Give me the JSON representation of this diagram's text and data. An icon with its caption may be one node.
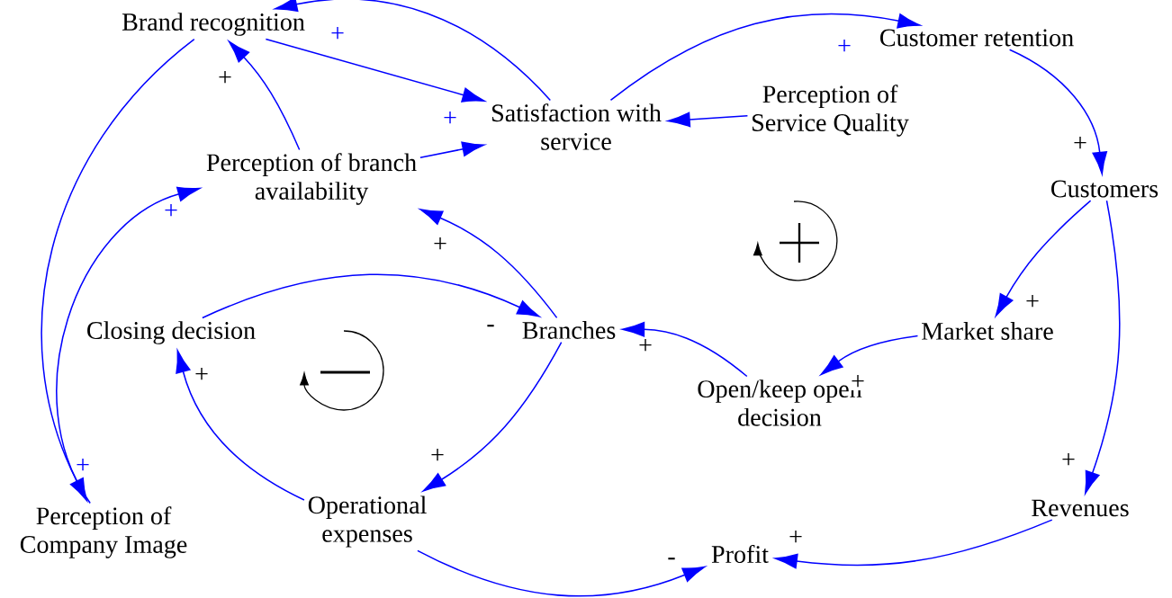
{
  "diagram": {
    "nodes": [
      {
        "text": [
          "Brand recognition"
        ]
      },
      {
        "text": [
          "Customer retention"
        ]
      },
      {
        "text": [
          "Satisfaction with service"
        ]
      },
      {
        "text": [
          "Perception of Service Quality"
        ]
      },
      {
        "text": [
          "Perception of branch availability"
        ]
      },
      {
        "text": [
          "Customers"
        ]
      },
      {
        "text": [
          "Closing decision"
        ]
      },
      {
        "text": [
          "Branches"
        ]
      },
      {
        "text": [
          "Market share"
        ]
      },
      {
        "text": [
          "Open/keep open decision"
        ]
      },
      {
        "text": [
          "Perception of Company Image"
        ]
      },
      {
        "text": [
          "Operational expenses"
        ]
      },
      {
        "text": [
          "Revenues"
        ]
      },
      {
        "text": [
          "Profit"
        ]
      }
    ],
    "edges": [
      {
        "from": 2,
        "to": 0,
        "arrow": "to",
        "label": "+"
      },
      {
        "from": 0,
        "to": 2,
        "arrow": "to",
        "label": "+"
      },
      {
        "from": 4,
        "to": 0,
        "arrow": "to",
        "label": "+"
      },
      {
        "from": 4,
        "to": 2,
        "arrow": "to"
      },
      {
        "from": 2,
        "to": 1,
        "arrow": "to",
        "label": "+"
      },
      {
        "from": 3,
        "to": 2,
        "arrow": "to"
      },
      {
        "from": 1,
        "to": 5,
        "arrow": "to",
        "label": "+"
      },
      {
        "from": 5,
        "to": 8,
        "arrow": "to",
        "label": "+"
      },
      {
        "from": 5,
        "to": 12,
        "arrow": "to",
        "label": "+"
      },
      {
        "from": 8,
        "to": 9,
        "arrow": "to",
        "label": "+"
      },
      {
        "from": 9,
        "to": 7,
        "arrow": "to",
        "label": "+"
      },
      {
        "from": 6,
        "to": 7,
        "arrow": "to",
        "label": "-"
      },
      {
        "from": 7,
        "to": 4,
        "arrow": "to",
        "label": "+"
      },
      {
        "from": 7,
        "to": 11,
        "arrow": "to",
        "label": "+"
      },
      {
        "from": 11,
        "to": 6,
        "arrow": "to",
        "label": "+"
      },
      {
        "from": 11,
        "to": 13,
        "arrow": "to",
        "label": "-"
      },
      {
        "from": 12,
        "to": 13,
        "arrow": "to",
        "label": "+"
      },
      {
        "from": 0,
        "to": 10,
        "arrow": "to",
        "label": "+"
      },
      {
        "from": 10,
        "to": 4,
        "arrow": "to",
        "label": "+"
      }
    ]
  }
}
